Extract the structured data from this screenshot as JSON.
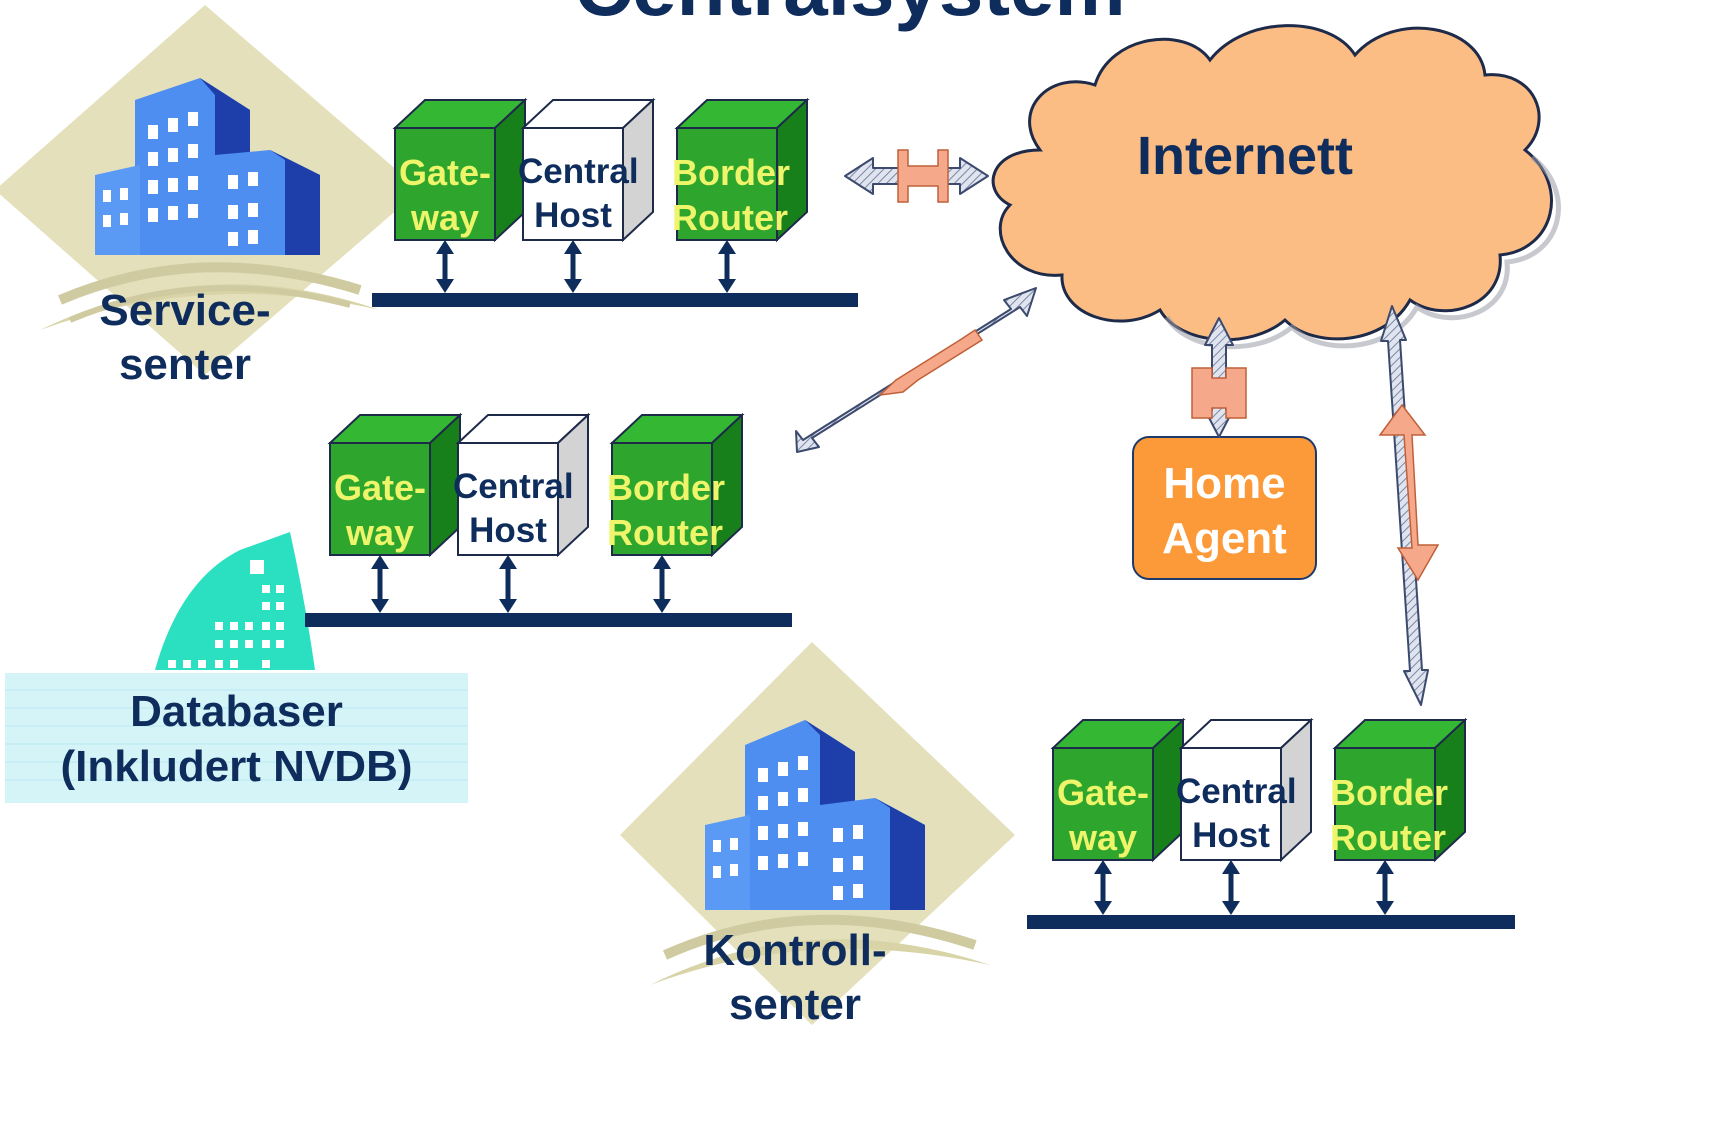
{
  "title": "Centralsystem",
  "cloud": {
    "label": "Internett",
    "fill": "#fbbd84",
    "stroke": "#1e2a4a"
  },
  "home_agent": {
    "line1": "Home",
    "line2": "Agent",
    "fill": "#fc9a39"
  },
  "service_center": {
    "line1": "Service-",
    "line2": "senter"
  },
  "control_center": {
    "line1": "Kontroll-",
    "line2": "senter"
  },
  "databases": {
    "line1": "Databaser",
    "line2": "(Inkludert NVDB)"
  },
  "node_groups": [
    {
      "gateway": [
        "Gate-",
        "way"
      ],
      "central_host": [
        "Central",
        "Host"
      ],
      "border_router": [
        "Border",
        "Router"
      ]
    },
    {
      "gateway": [
        "Gate-",
        "way"
      ],
      "central_host": [
        "Central",
        "Host"
      ],
      "border_router": [
        "Border",
        "Router"
      ]
    },
    {
      "gateway": [
        "Gate-",
        "way"
      ],
      "central_host": [
        "Central",
        "Host"
      ],
      "border_router": [
        "Border",
        "Router"
      ]
    }
  ],
  "colors": {
    "navy": "#0f2d5c",
    "green": "#2ea62e",
    "green_dark": "#1a7a1a",
    "green_text": "#eef56a",
    "building_blue": "#4d8ef0",
    "diamond": "#e3e0bb",
    "db_teal": "#2be0c0",
    "db_panel": "#d4f4f8"
  }
}
